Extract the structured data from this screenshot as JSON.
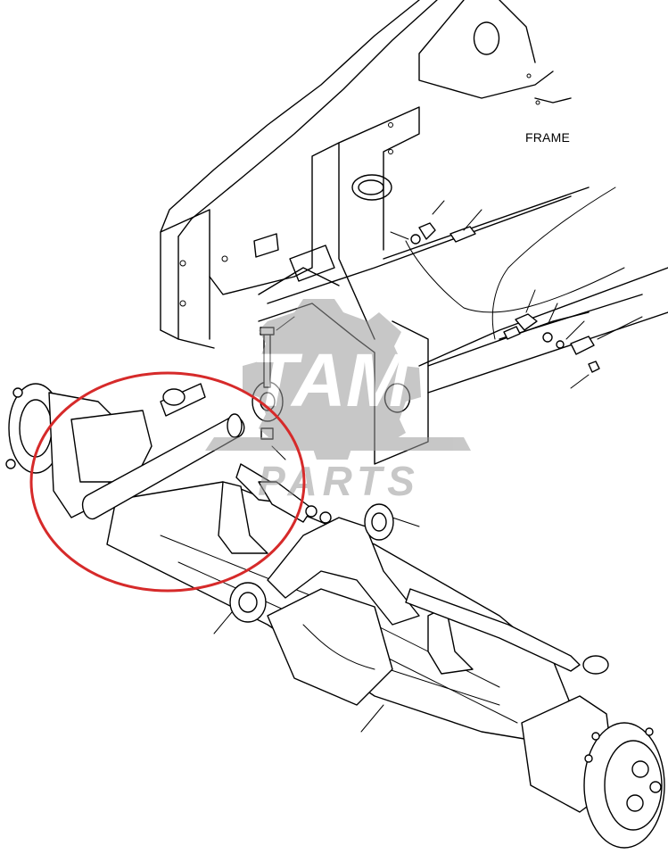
{
  "labels": {
    "frame": "FRAME"
  },
  "watermark": {
    "line1": "TAM",
    "line2": "PARTS",
    "color": "#9a9a9a"
  },
  "highlight": {
    "color": "#d62a2a"
  }
}
